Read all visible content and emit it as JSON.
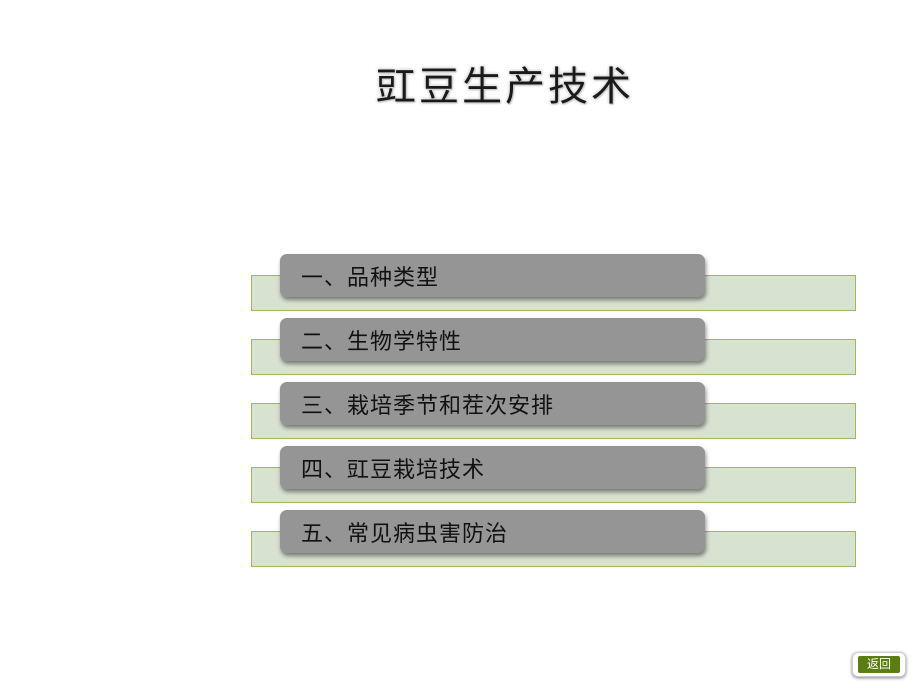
{
  "slide": {
    "title": "豇豆生产技术"
  },
  "menu": {
    "items": [
      {
        "label": "一、品种类型"
      },
      {
        "label": "二、生物学特性"
      },
      {
        "label": "三、栽培季节和茬次安排"
      },
      {
        "label": "四、豇豆栽培技术"
      },
      {
        "label": "五、常见病虫害防治"
      }
    ]
  },
  "nav": {
    "back_label": "返回"
  },
  "colors": {
    "bar_fill": "#d8e2d0",
    "bar_border": "#9bbb59",
    "button_fill": "#959595",
    "back_button": "#5b7d14"
  }
}
